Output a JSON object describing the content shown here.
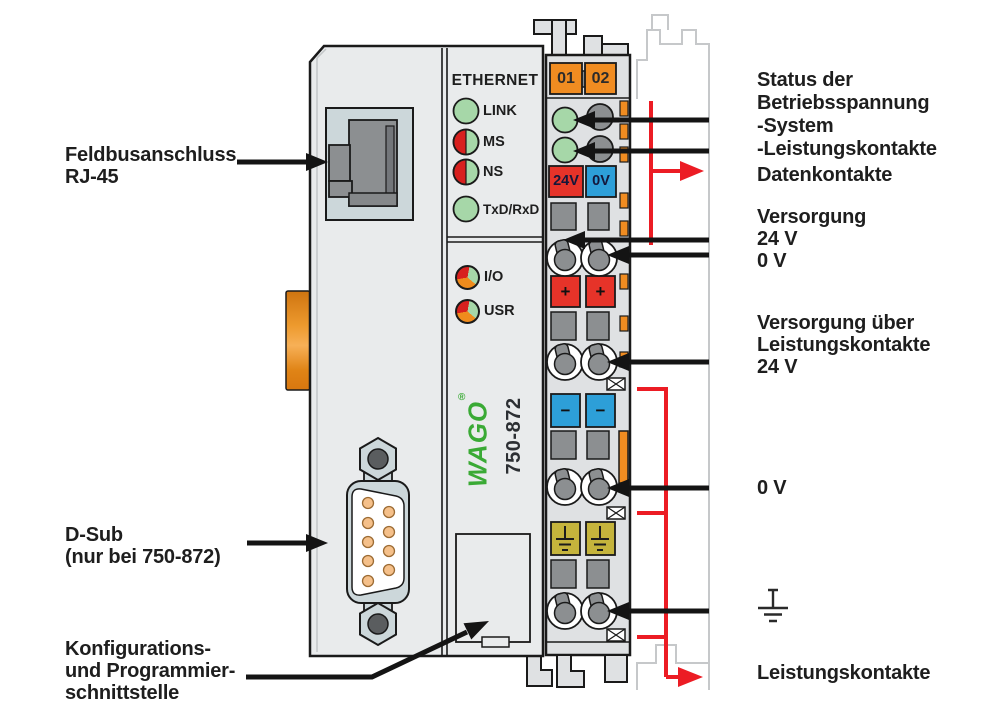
{
  "colors": {
    "wago_green": "#3aaa35",
    "accent_red": "#ec1c24",
    "terminal_red": "#e63329",
    "blue": "#2d9fd8",
    "orange": "#f08c21",
    "yellow": "#c5b43c",
    "led_green": "#a6d7a8",
    "led_red": "#d8201e",
    "led_orange": "#ef8b1c",
    "body_gray": "#e9ebec",
    "terminal_gray": "#dfe1e3",
    "mid_gray": "#8c8f91",
    "connector_gray": "#ccd7da",
    "outline": "#1a1a1a",
    "ghost": "#c6c8ca"
  },
  "device": {
    "brand": "WAGO",
    "brand_reg": "®",
    "model": "750-872",
    "ethernet": {
      "title": "ETHERNET",
      "leds": [
        {
          "label": "LINK"
        },
        {
          "label": "MS"
        },
        {
          "label": "NS"
        },
        {
          "label": "TxD/RxD"
        }
      ]
    },
    "status_leds": [
      {
        "label": "I/O"
      },
      {
        "label": "USR"
      }
    ]
  },
  "terminal": {
    "channels": [
      "01",
      "02"
    ],
    "supply": [
      "24V",
      "0V"
    ],
    "plus": "+",
    "minus": "−"
  },
  "labels_left": {
    "fieldbus_l1": "Feldbusanschluss",
    "fieldbus_l2": "RJ-45",
    "dsub_l1": "D-Sub",
    "dsub_l2": "(nur bei 750-872)",
    "config_l1": "Konfigurations-",
    "config_l2": "und Programmier-",
    "config_l3": "schnittstelle"
  },
  "labels_right": {
    "status_l1": "Status der",
    "status_l2": "Betriebsspannung",
    "status_l3": "-System",
    "status_l4": "-Leistungskontakte",
    "daten": "Datenkontakte",
    "vers_l1": "Versorgung",
    "vers_l2": "24 V",
    "vers_l3": "0 V",
    "verslk_l1": "Versorgung über",
    "verslk_l2": "Leistungskontakte",
    "verslk_l3": "24 V",
    "zero_v": "0 V",
    "leistung": "Leistungskontakte"
  }
}
